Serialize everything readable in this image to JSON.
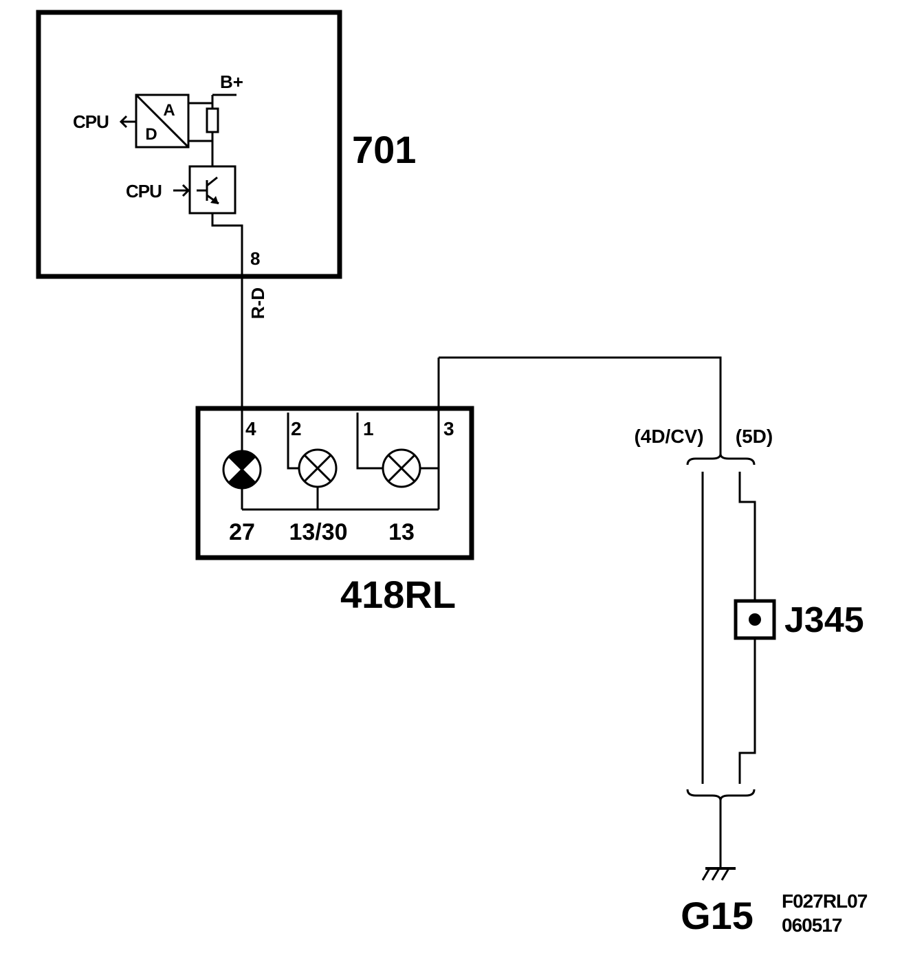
{
  "diagram": {
    "modules": {
      "control_unit": {
        "id": "701",
        "pin": "8"
      },
      "lamp_unit": {
        "id": "418RL",
        "pins_top": [
          "4",
          "2",
          "1",
          "3"
        ],
        "pins_bottom": [
          "27",
          "13/30",
          "13"
        ]
      }
    },
    "internal": {
      "cpu_out_label": "CPU",
      "cpu_in_label": "CPU",
      "adc_a": "A",
      "adc_d": "D",
      "supply": "B+"
    },
    "wire_color": "R-D",
    "variants": {
      "left": "(4D/CV)",
      "right": "(5D)"
    },
    "connector": "J345",
    "ground": "G15",
    "drawing_ref": {
      "code": "F027RL07",
      "date": "060517"
    }
  }
}
